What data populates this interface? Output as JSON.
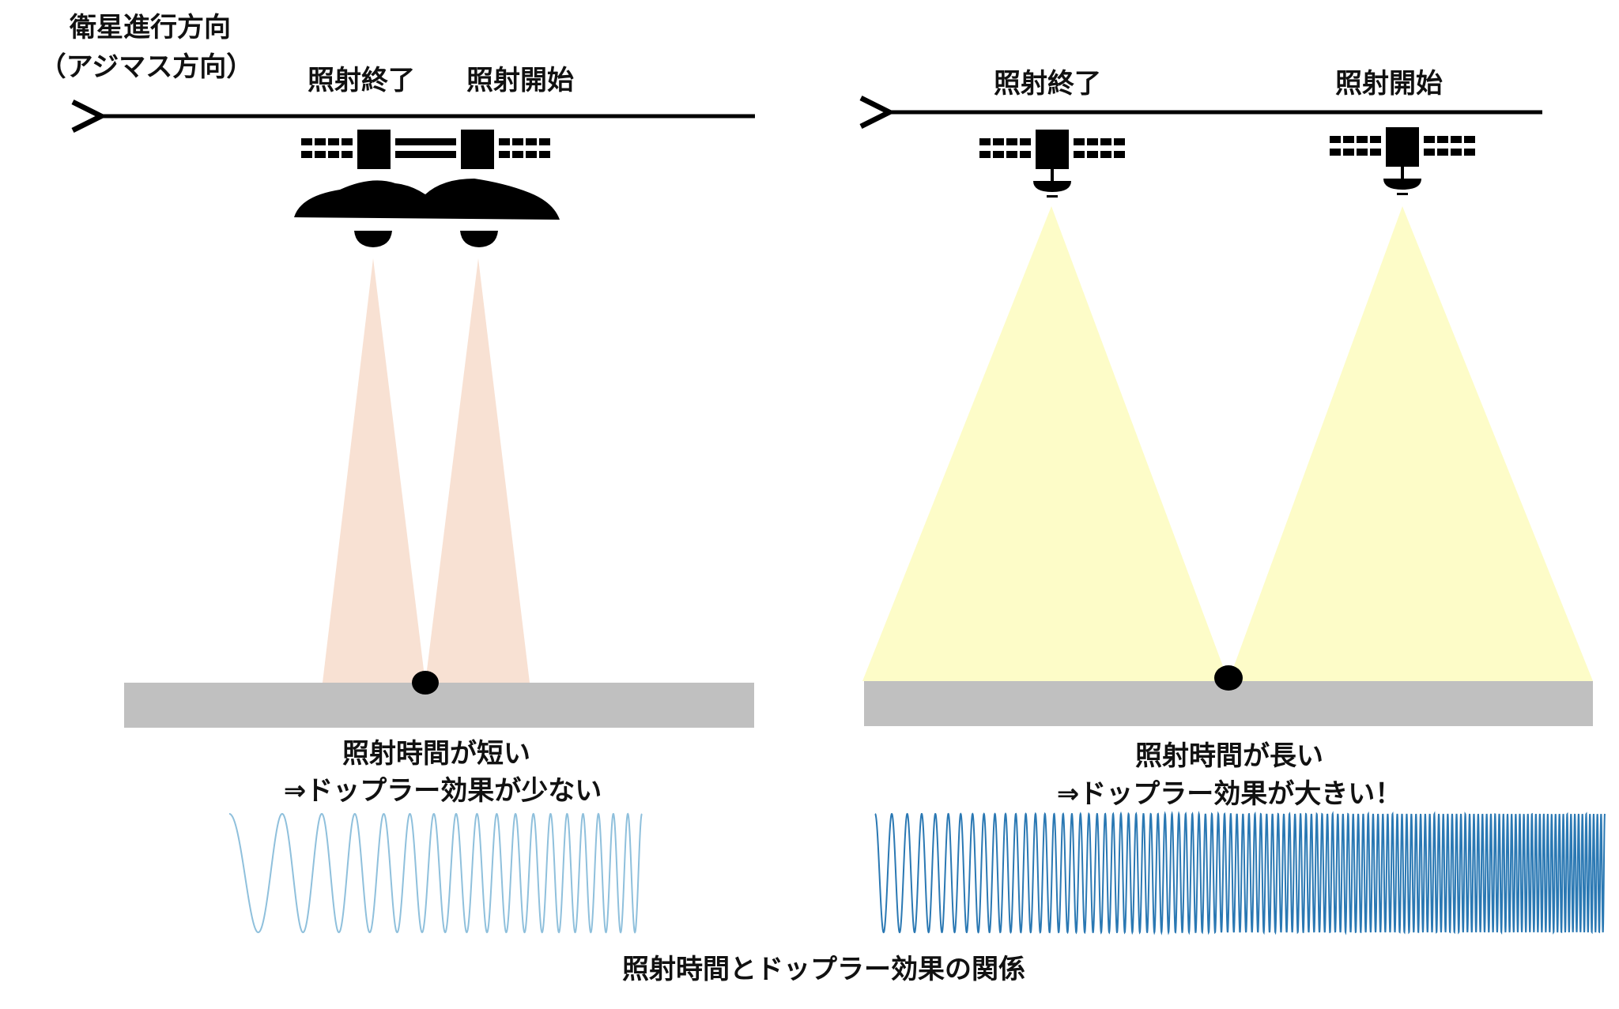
{
  "diagram": {
    "direction_label_line1": "衛星進行方向",
    "direction_label_line2": "（アジマス方向）",
    "caption": "照射時間とドップラー効果の関係"
  },
  "left_panel": {
    "label_end": "照射終了",
    "label_start": "照射開始",
    "result_line1": "照射時間が短い",
    "result_line2": "⇒ドップラー効果が少ない",
    "beam_color": "#f8e1d3",
    "wave_color": "#8fc0dc",
    "wave_cycles": 18
  },
  "right_panel": {
    "label_end": "照射終了",
    "label_start": "照射開始",
    "result_line1": "照射時間が長い",
    "result_line2": "⇒ドップラー効果が大きい！",
    "beam_color": "#fdfcc8",
    "wave_color": "#2a78b3",
    "wave_cycles": 120
  },
  "colors": {
    "ground": "#c0c0c0",
    "satellite": "#000000",
    "arrow": "#000000",
    "target": "#000000"
  }
}
